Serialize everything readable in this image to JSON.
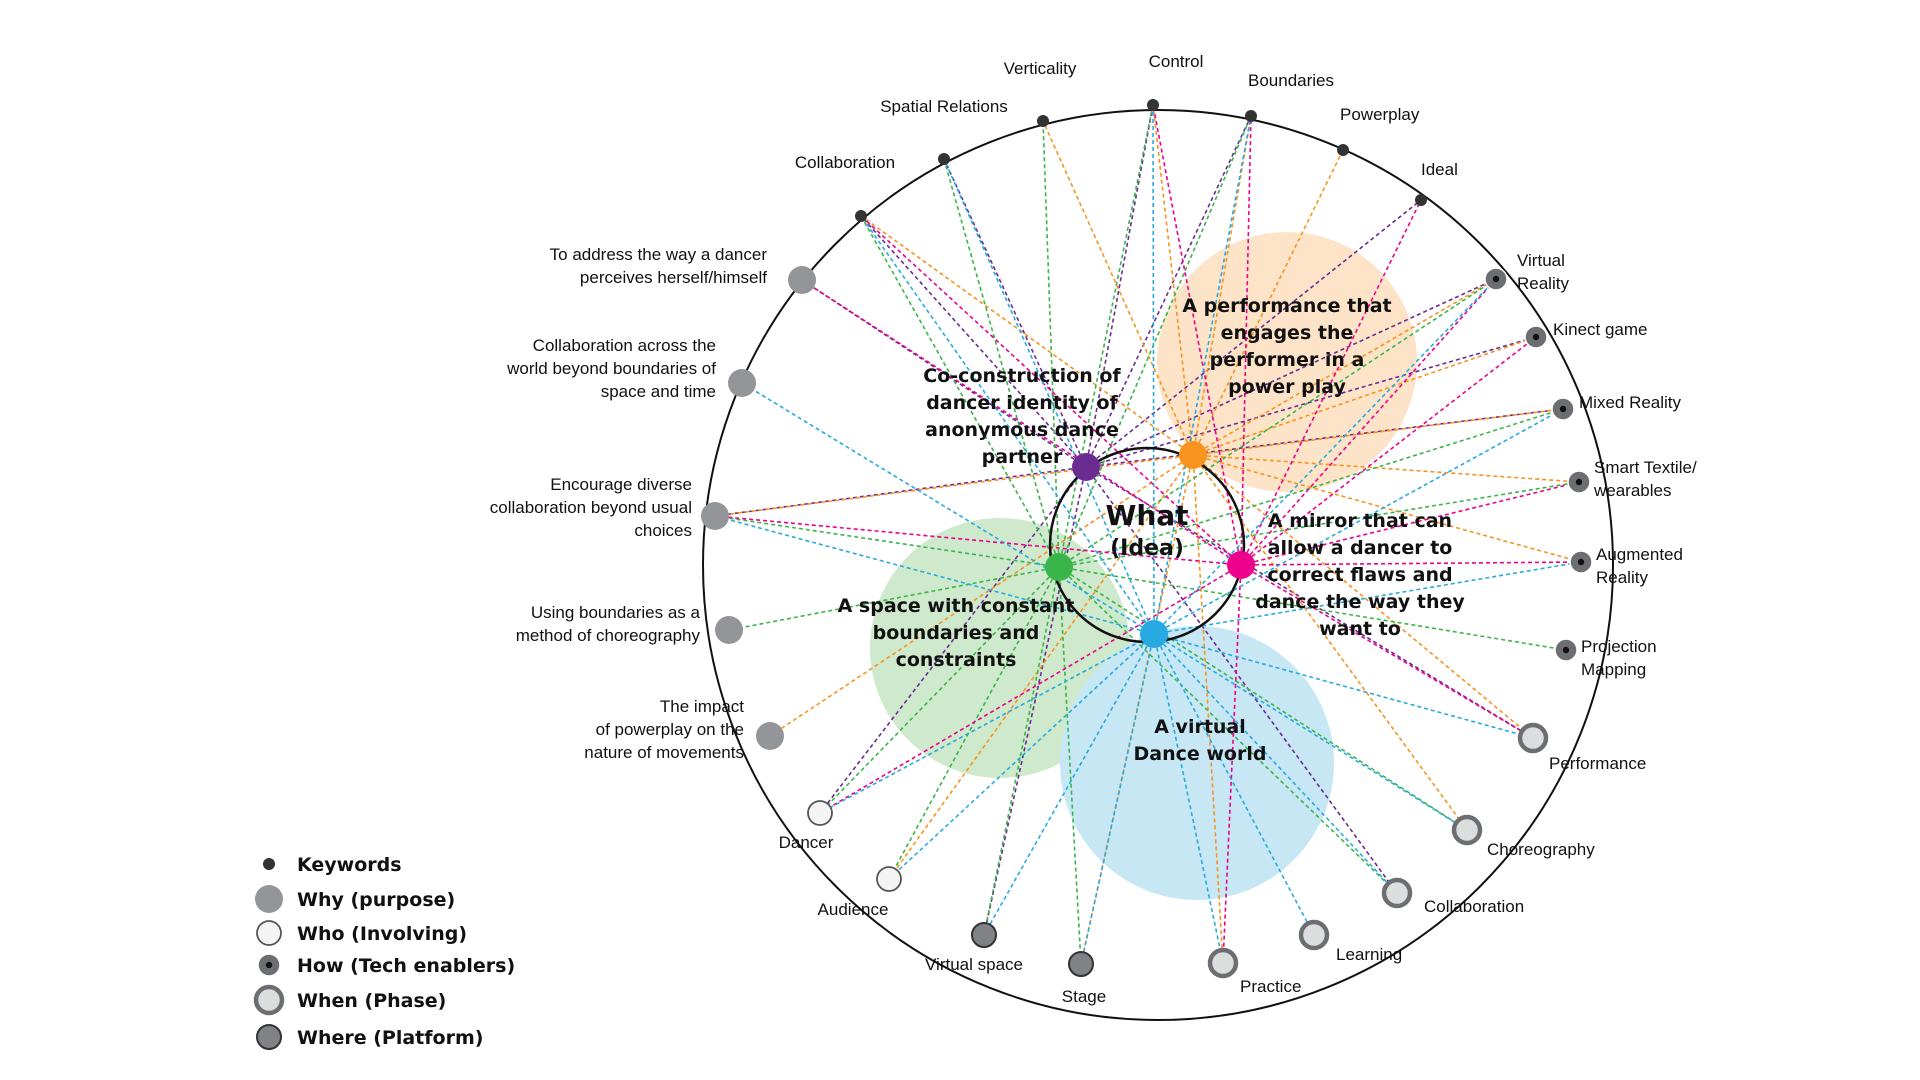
{
  "center": {
    "title": "What",
    "subtitle": "(Idea)"
  },
  "legend": [
    {
      "type": "keyword",
      "label": "Keywords"
    },
    {
      "type": "why",
      "label": "Why (purpose)"
    },
    {
      "type": "who",
      "label": "Who (Involving)"
    },
    {
      "type": "how",
      "label": "How (Tech enablers)"
    },
    {
      "type": "when",
      "label": "When (Phase)"
    },
    {
      "type": "where",
      "label": "Where (Platform)"
    }
  ],
  "ideas": [
    {
      "id": "coconstruction",
      "color": "#6a2c91",
      "lines": [
        "Co-construction of",
        "dancer identity of",
        "anonymous dance",
        "partner"
      ]
    },
    {
      "id": "powerplay",
      "color": "#f7931e",
      "lines": [
        "A performance that",
        "engages the",
        "performer in a",
        "power play"
      ]
    },
    {
      "id": "space",
      "color": "#3ab54a",
      "lines": [
        "A space with constant",
        "boundaries and",
        "constraints"
      ]
    },
    {
      "id": "mirror",
      "color": "#ec008c",
      "lines": [
        "A mirror that can",
        "allow a dancer to",
        "correct flaws and",
        "dance the way they",
        "want to"
      ]
    },
    {
      "id": "virtual",
      "color": "#27aae1",
      "lines": [
        "A virtual",
        "Dance world"
      ]
    }
  ],
  "nodes": [
    {
      "id": "k-collaboration",
      "type": "keyword",
      "lines": [
        "Collaboration"
      ]
    },
    {
      "id": "k-spatial",
      "type": "keyword",
      "lines": [
        "Spatial Relations"
      ]
    },
    {
      "id": "k-verticality",
      "type": "keyword",
      "lines": [
        "Verticality"
      ]
    },
    {
      "id": "k-control",
      "type": "keyword",
      "lines": [
        "Control"
      ]
    },
    {
      "id": "k-boundaries",
      "type": "keyword",
      "lines": [
        "Boundaries"
      ]
    },
    {
      "id": "k-powerplay",
      "type": "keyword",
      "lines": [
        "Powerplay"
      ]
    },
    {
      "id": "k-ideal",
      "type": "keyword",
      "lines": [
        "Ideal"
      ]
    },
    {
      "id": "h-vr",
      "type": "how",
      "lines": [
        "Virtual",
        "Reality"
      ]
    },
    {
      "id": "h-kinect",
      "type": "how",
      "lines": [
        "Kinect game"
      ]
    },
    {
      "id": "h-mr",
      "type": "how",
      "lines": [
        "Mixed Reality"
      ]
    },
    {
      "id": "h-smart",
      "type": "how",
      "lines": [
        "Smart Textile/",
        "wearables"
      ]
    },
    {
      "id": "h-ar",
      "type": "how",
      "lines": [
        "Augmented",
        "Reality"
      ]
    },
    {
      "id": "h-proj",
      "type": "how",
      "lines": [
        "Projection",
        "Mapping"
      ]
    },
    {
      "id": "w-performance",
      "type": "when",
      "lines": [
        "Performance"
      ]
    },
    {
      "id": "w-choreography",
      "type": "when",
      "lines": [
        "Choreography"
      ]
    },
    {
      "id": "w-collaboration",
      "type": "when",
      "lines": [
        "Collaboration"
      ]
    },
    {
      "id": "w-learning",
      "type": "when",
      "lines": [
        "Learning"
      ]
    },
    {
      "id": "w-practice",
      "type": "when",
      "lines": [
        "Practice"
      ]
    },
    {
      "id": "p-stage",
      "type": "where",
      "lines": [
        "Stage"
      ]
    },
    {
      "id": "p-virtual",
      "type": "where",
      "lines": [
        "Virtual space"
      ]
    },
    {
      "id": "o-audience",
      "type": "who",
      "lines": [
        "Audience"
      ]
    },
    {
      "id": "o-dancer",
      "type": "who",
      "lines": [
        "Dancer"
      ]
    },
    {
      "id": "y-powerplay",
      "type": "why",
      "lines": [
        "The impact",
        "of powerplay on the",
        "nature of movements"
      ]
    },
    {
      "id": "y-boundaries",
      "type": "why",
      "lines": [
        "Using boundaries as a",
        "method of choreography"
      ]
    },
    {
      "id": "y-diverse",
      "type": "why",
      "lines": [
        "Encourage  diverse",
        "collaboration  beyond usual",
        "choices"
      ]
    },
    {
      "id": "y-across",
      "type": "why",
      "lines": [
        "Collaboration across the",
        "world beyond boundaries of",
        "space and time"
      ]
    },
    {
      "id": "y-perceive",
      "type": "why",
      "lines": [
        "To address the way a dancer",
        "perceives herself/himself"
      ]
    }
  ],
  "connections": [
    {
      "idea": "coconstruction",
      "nodes": [
        "k-collaboration",
        "k-spatial",
        "k-control",
        "k-boundaries",
        "k-ideal",
        "h-vr",
        "h-kinect",
        "h-mr",
        "y-perceive",
        "y-diverse",
        "o-dancer",
        "p-virtual",
        "w-collaboration",
        "w-performance"
      ]
    },
    {
      "idea": "powerplay",
      "nodes": [
        "k-collaboration",
        "k-verticality",
        "k-control",
        "k-boundaries",
        "k-powerplay",
        "h-vr",
        "h-kinect",
        "h-mr",
        "h-smart",
        "h-ar",
        "y-powerplay",
        "y-diverse",
        "o-audience",
        "p-stage",
        "w-performance",
        "w-practice",
        "w-choreography"
      ]
    },
    {
      "idea": "space",
      "nodes": [
        "k-collaboration",
        "k-spatial",
        "k-verticality",
        "k-control",
        "k-boundaries",
        "h-vr",
        "h-mr",
        "h-smart",
        "h-proj",
        "y-boundaries",
        "y-diverse",
        "o-dancer",
        "o-audience",
        "p-stage",
        "p-virtual",
        "w-choreography",
        "w-collaboration"
      ]
    },
    {
      "idea": "mirror",
      "nodes": [
        "k-collaboration",
        "k-control",
        "k-boundaries",
        "k-ideal",
        "h-vr",
        "h-kinect",
        "h-smart",
        "h-ar",
        "y-perceive",
        "y-diverse",
        "o-dancer",
        "w-practice",
        "w-performance"
      ]
    },
    {
      "idea": "virtual",
      "nodes": [
        "k-collaboration",
        "k-spatial",
        "k-control",
        "k-boundaries",
        "h-vr",
        "h-mr",
        "h-ar",
        "y-across",
        "y-diverse",
        "o-dancer",
        "o-audience",
        "p-virtual",
        "p-stage",
        "w-learning",
        "w-practice",
        "w-collaboration",
        "w-choreography",
        "w-performance"
      ]
    }
  ]
}
